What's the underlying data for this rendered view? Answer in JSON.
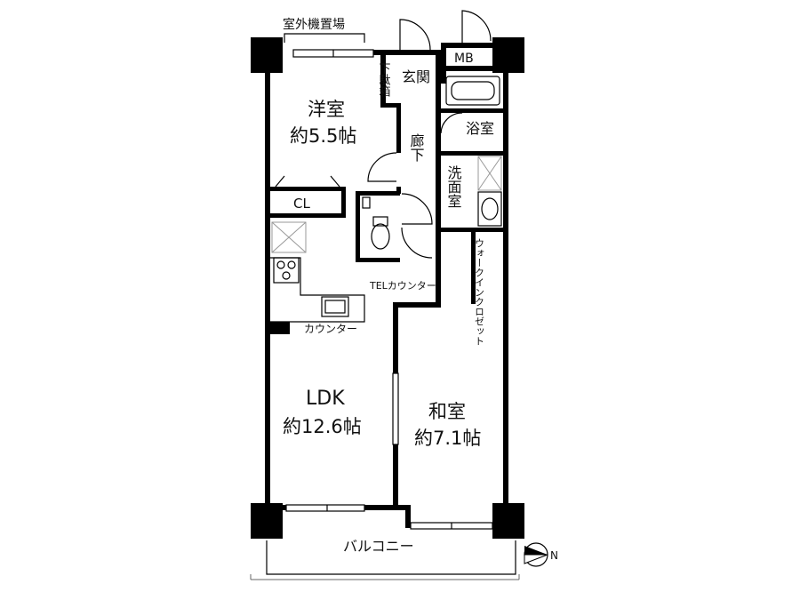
{
  "labels": {
    "outdoor_unit": "室外機置場",
    "entrance": "玄関",
    "shoe_box": "下駄箱",
    "mb": "MB",
    "bathroom": "浴室",
    "corridor": "廊下",
    "washroom": "洗面室",
    "western_room_name": "洋室",
    "western_room_size": "約5.5帖",
    "closet": "CL",
    "walk_in_closet": "ウォークインクロゼット",
    "tel_counter": "TELカウンター",
    "counter": "カウンター",
    "ldk_name": "LDK",
    "ldk_size": "約12.6帖",
    "japanese_room_name": "和室",
    "japanese_room_size": "約7.1帖",
    "balcony": "バルコニー",
    "north": "N"
  }
}
